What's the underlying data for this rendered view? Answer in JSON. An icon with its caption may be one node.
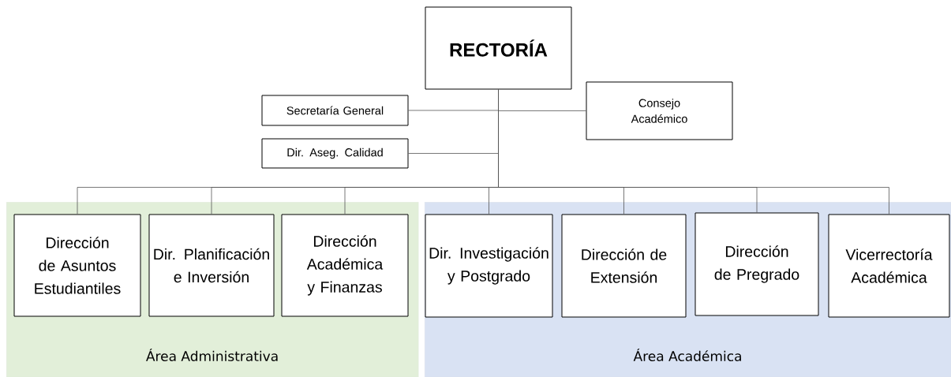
{
  "diagram": {
    "nodes": [
      {
        "text": [
          "RECTORÍA"
        ]
      },
      {
        "text": [
          "Secretaría General"
        ]
      },
      {
        "text": [
          "Consejo Académico"
        ]
      },
      {
        "text": [
          "Dir. Aseg. Calidad"
        ]
      },
      {
        "text": [
          "Área Administrativa"
        ]
      },
      {
        "text": [
          "Dirección de Asuntos Estudiantiles"
        ],
        "in": 4
      },
      {
        "text": [
          "Dir. Planificación e Inversión"
        ],
        "in": 4
      },
      {
        "text": [
          "Dirección Académica y Finanzas"
        ],
        "in": 4
      },
      {
        "text": [
          "Área Académica"
        ]
      },
      {
        "text": [
          "Dir. Investigación y Postgrado"
        ],
        "in": 8
      },
      {
        "text": [
          "Dirección de Extensión"
        ],
        "in": 8
      },
      {
        "text": [
          "Dirección de Pregrado"
        ],
        "in": 8
      },
      {
        "text": [
          "Vicerrectoría Académica"
        ],
        "in": 8
      }
    ],
    "edges": [
      {
        "from": 0,
        "to": 1,
        "arrow": "none"
      },
      {
        "from": 0,
        "to": 2,
        "arrow": "none"
      },
      {
        "from": 0,
        "to": 3,
        "arrow": "none"
      },
      {
        "from": 0,
        "to": 5,
        "arrow": "none"
      },
      {
        "from": 0,
        "to": 6,
        "arrow": "none"
      },
      {
        "from": 0,
        "to": 7,
        "arrow": "none"
      },
      {
        "from": 0,
        "to": 9,
        "arrow": "none"
      },
      {
        "from": 0,
        "to": 10,
        "arrow": "none"
      },
      {
        "from": 0,
        "to": 11,
        "arrow": "none"
      },
      {
        "from": 0,
        "to": 12,
        "arrow": "none"
      }
    ]
  }
}
